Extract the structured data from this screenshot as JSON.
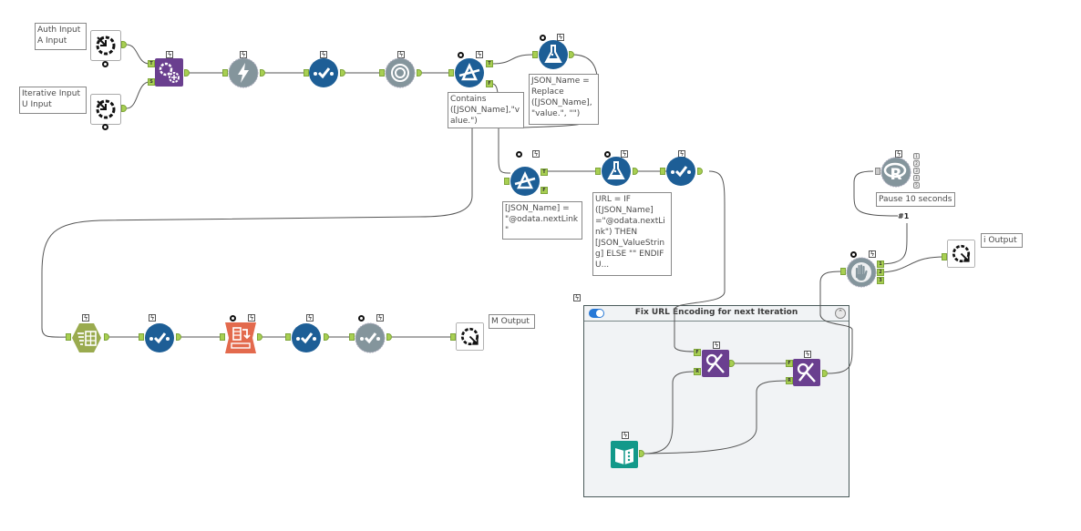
{
  "canvas": {
    "title": "Alteryx workflow canvas",
    "colors": {
      "anchor": "#a8cf52",
      "purple_tool": "#6a3f8f",
      "blue_tool": "#1d5e96",
      "grey_tool": "#84959c",
      "olive_tool": "#9aab4f",
      "orange_tool": "#e36a4d",
      "teal_tool": "#13998a",
      "container_bg": "#f1f3f5"
    }
  },
  "tools": {
    "auth_input": {
      "name": "Macro Input",
      "annotation": "Auth Input\nA Input",
      "icon": "macro-input-icon"
    },
    "iterative_input": {
      "name": "Macro Input",
      "annotation": "Iterative Input\nU Input",
      "icon": "macro-input-icon"
    },
    "append_fields": {
      "name": "Append Fields",
      "icon": "gears-icon",
      "anchors": [
        "T",
        "S"
      ]
    },
    "download": {
      "name": "Download",
      "icon": "lightning-icon"
    },
    "select_1": {
      "name": "Select",
      "icon": "select-check-icon"
    },
    "json_parse": {
      "name": "JSON Parse",
      "icon": "json-parse-icon"
    },
    "filter_1": {
      "name": "Filter",
      "annotation": "Contains\n([JSON_Name],\"v\nalue.\")",
      "icon": "filter-icon",
      "anchors": [
        "T",
        "F"
      ]
    },
    "formula_1": {
      "name": "Formula",
      "annotation": "JSON_Name =\nReplace\n([JSON_Name],\n\"value.\", \"\")",
      "icon": "flask-icon"
    },
    "filter_2": {
      "name": "Filter",
      "annotation": "[JSON_Name] =\n\"@odata.nextLink\n\"",
      "icon": "filter-icon",
      "anchors": [
        "T",
        "F"
      ]
    },
    "formula_2": {
      "name": "Formula",
      "annotation": "URL = IF\n([JSON_Name]\n=\"@odata.nextLi\nnk\") THEN\n[JSON_ValueStrin\ng] ELSE \"\" ENDIF\nU...",
      "icon": "flask-icon"
    },
    "select_2": {
      "name": "Select",
      "icon": "select-check-icon"
    },
    "r_tool": {
      "name": "R",
      "annotation": "Pause 10 seconds",
      "icon": "r-icon",
      "outputs": [
        "1",
        "2",
        "3",
        "4",
        "5"
      ],
      "wire_label": "#1"
    },
    "block_until_done": {
      "name": "Block Until Done",
      "icon": "hand-icon",
      "outputs": [
        "1",
        "2",
        "3"
      ]
    },
    "i_output": {
      "name": "Macro Output",
      "annotation": "i Output",
      "icon": "macro-output-icon"
    },
    "cross_tab": {
      "name": "Cross Tab",
      "icon": "cross-tab-icon"
    },
    "select_3": {
      "name": "Select",
      "icon": "select-check-icon"
    },
    "dynamic_rename": {
      "name": "Dynamic Rename",
      "icon": "dynamic-rename-icon"
    },
    "select_4": {
      "name": "Select",
      "icon": "select-check-icon"
    },
    "auto_field": {
      "name": "Auto Field",
      "icon": "auto-field-icon"
    },
    "m_output": {
      "name": "Macro Output",
      "annotation": "M Output",
      "icon": "macro-output-icon"
    },
    "find_replace_1": {
      "name": "Find Replace",
      "icon": "find-replace-icon",
      "anchors": [
        "F",
        "R"
      ]
    },
    "find_replace_2": {
      "name": "Find Replace",
      "icon": "find-replace-icon",
      "anchors": [
        "F",
        "R"
      ]
    },
    "text_input": {
      "name": "Text Input",
      "icon": "text-input-book-icon"
    }
  },
  "container": {
    "title": "Fix URL Encoding for next Iteration",
    "enabled": true,
    "collapse_glyph": "⌃"
  },
  "glyphs": {
    "bolt": "ϟ"
  }
}
